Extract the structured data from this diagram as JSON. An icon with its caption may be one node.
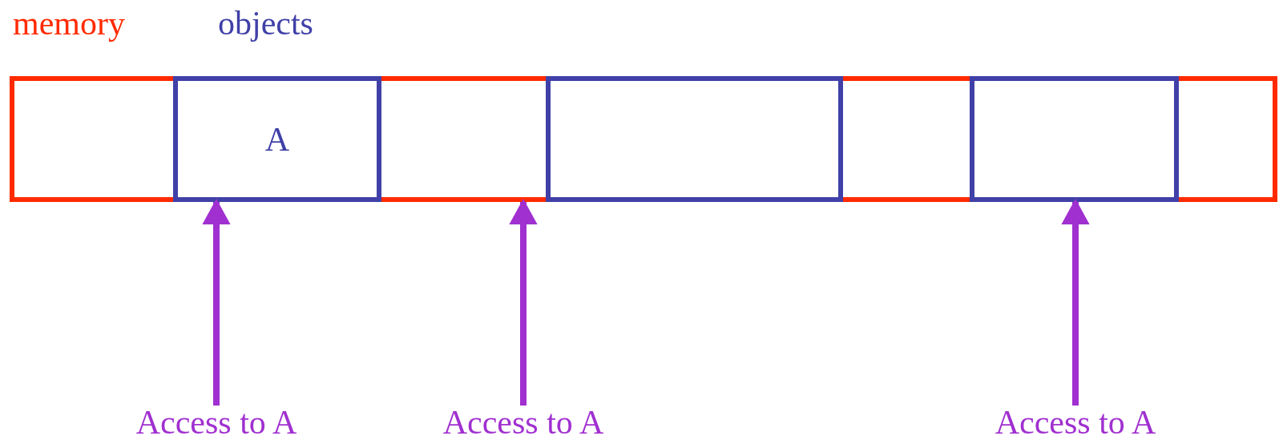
{
  "diagram": {
    "nodes": [
      {
        "text": [],
        "shape": "bar"
      },
      {
        "text": [
          "A"
        ],
        "in": 0
      },
      {
        "text": [],
        "shape": "box",
        "in": 0
      },
      {
        "text": [],
        "shape": "box",
        "in": 0
      },
      {
        "text": [
          "Access to A"
        ]
      },
      {
        "text": [
          "Access to A"
        ]
      },
      {
        "text": [
          "Access to A"
        ]
      }
    ],
    "edges": [
      {
        "from": 4,
        "to": 1,
        "arrow": "to"
      },
      {
        "from": 5,
        "to": 0,
        "arrow": "to"
      },
      {
        "from": 6,
        "to": 3,
        "arrow": "to"
      }
    ],
    "labels": [
      "memory",
      "objects"
    ]
  }
}
